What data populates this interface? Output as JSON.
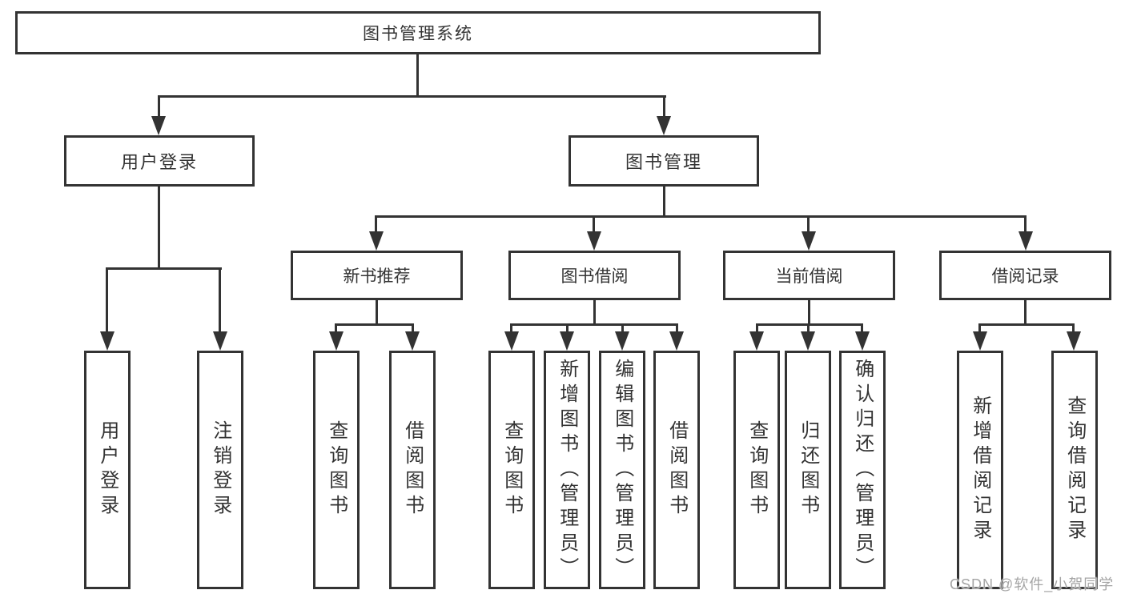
{
  "colors": {
    "stroke": "#333333",
    "text": "#333333",
    "watermark": "#a5a5a5",
    "background": "#ffffff"
  },
  "diagram": {
    "root": {
      "label": "图书管理系统"
    },
    "branches": [
      {
        "label": "用户登录",
        "children": [
          {
            "label": "用户登录"
          },
          {
            "label": "注销登录"
          }
        ]
      },
      {
        "label": "图书管理",
        "children": [
          {
            "label": "新书推荐",
            "children": [
              {
                "label": "查询图书"
              },
              {
                "label": "借阅图书"
              }
            ]
          },
          {
            "label": "图书借阅",
            "children": [
              {
                "label": "查询图书"
              },
              {
                "label": "新增图书（管理员）"
              },
              {
                "label": "编辑图书（管理员）"
              },
              {
                "label": "借阅图书"
              }
            ]
          },
          {
            "label": "当前借阅",
            "children": [
              {
                "label": "查询图书"
              },
              {
                "label": "归还图书"
              },
              {
                "label": "确认归还（管理员）"
              }
            ]
          },
          {
            "label": "借阅记录",
            "children": [
              {
                "label": "新增借阅记录"
              },
              {
                "label": "查询借阅记录"
              }
            ]
          }
        ]
      }
    ]
  },
  "watermark": {
    "text": "CSDN @软件_小贺同学"
  }
}
